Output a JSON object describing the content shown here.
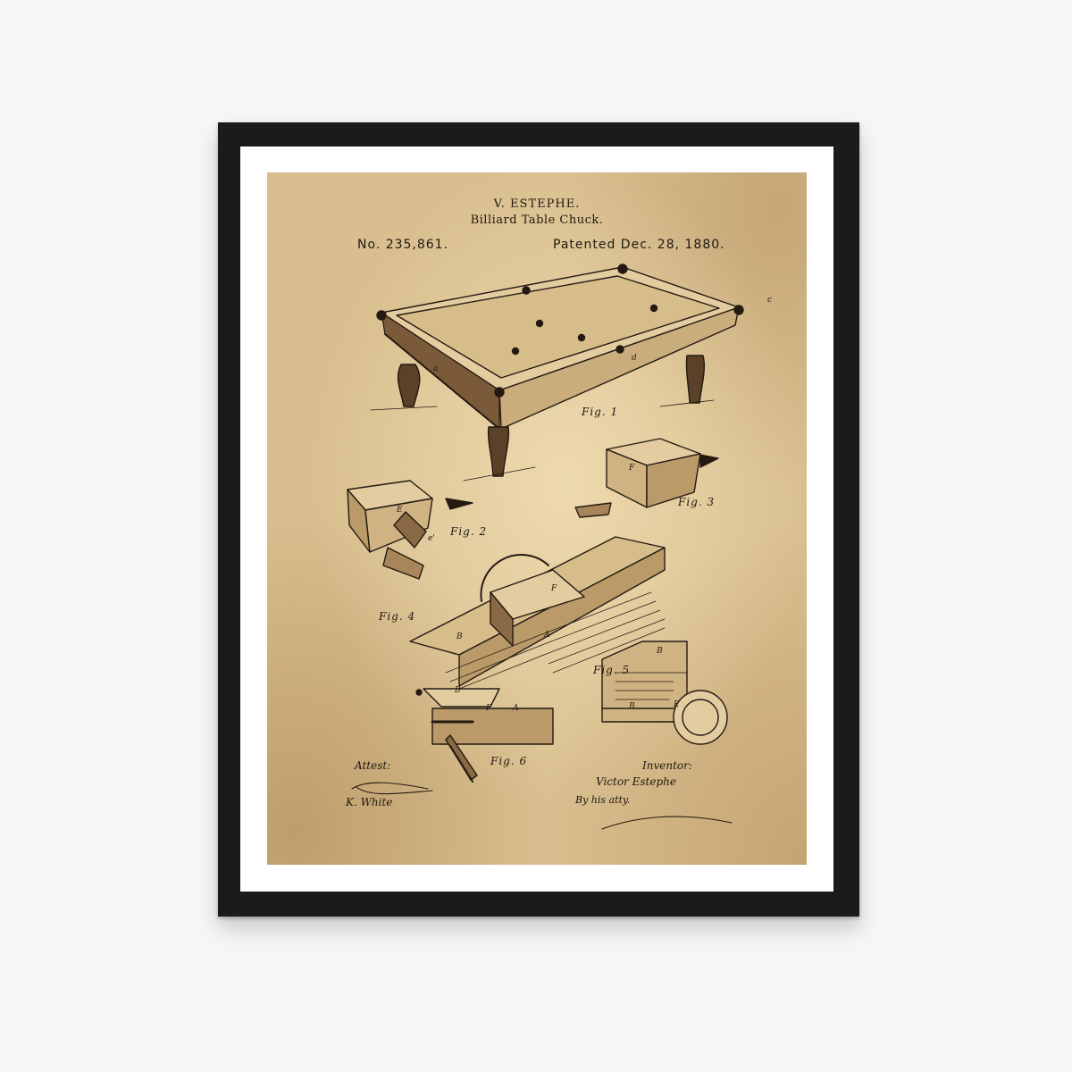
{
  "poster": {
    "inventor_name": "V. ESTEPHE.",
    "title": "Billiard Table Chuck.",
    "patent_number": "No. 235,861.",
    "patent_date": "Patented Dec. 28, 1880.",
    "figures": [
      "Fig. 1",
      "Fig. 2",
      "Fig. 3",
      "Fig. 4",
      "Fig. 5",
      "Fig. 6"
    ],
    "attest_label": "Attest:",
    "inventor_label": "Inventor:",
    "witness_signature": "K. White",
    "inventor_signature": "Victor Estephe",
    "by_attorney": "By his atty."
  },
  "colors": {
    "frame": "#1b1b1b",
    "mat": "#ffffff",
    "paper": "#d9bf8f",
    "ink": "#1f1812",
    "background": "#f6f6f6"
  }
}
